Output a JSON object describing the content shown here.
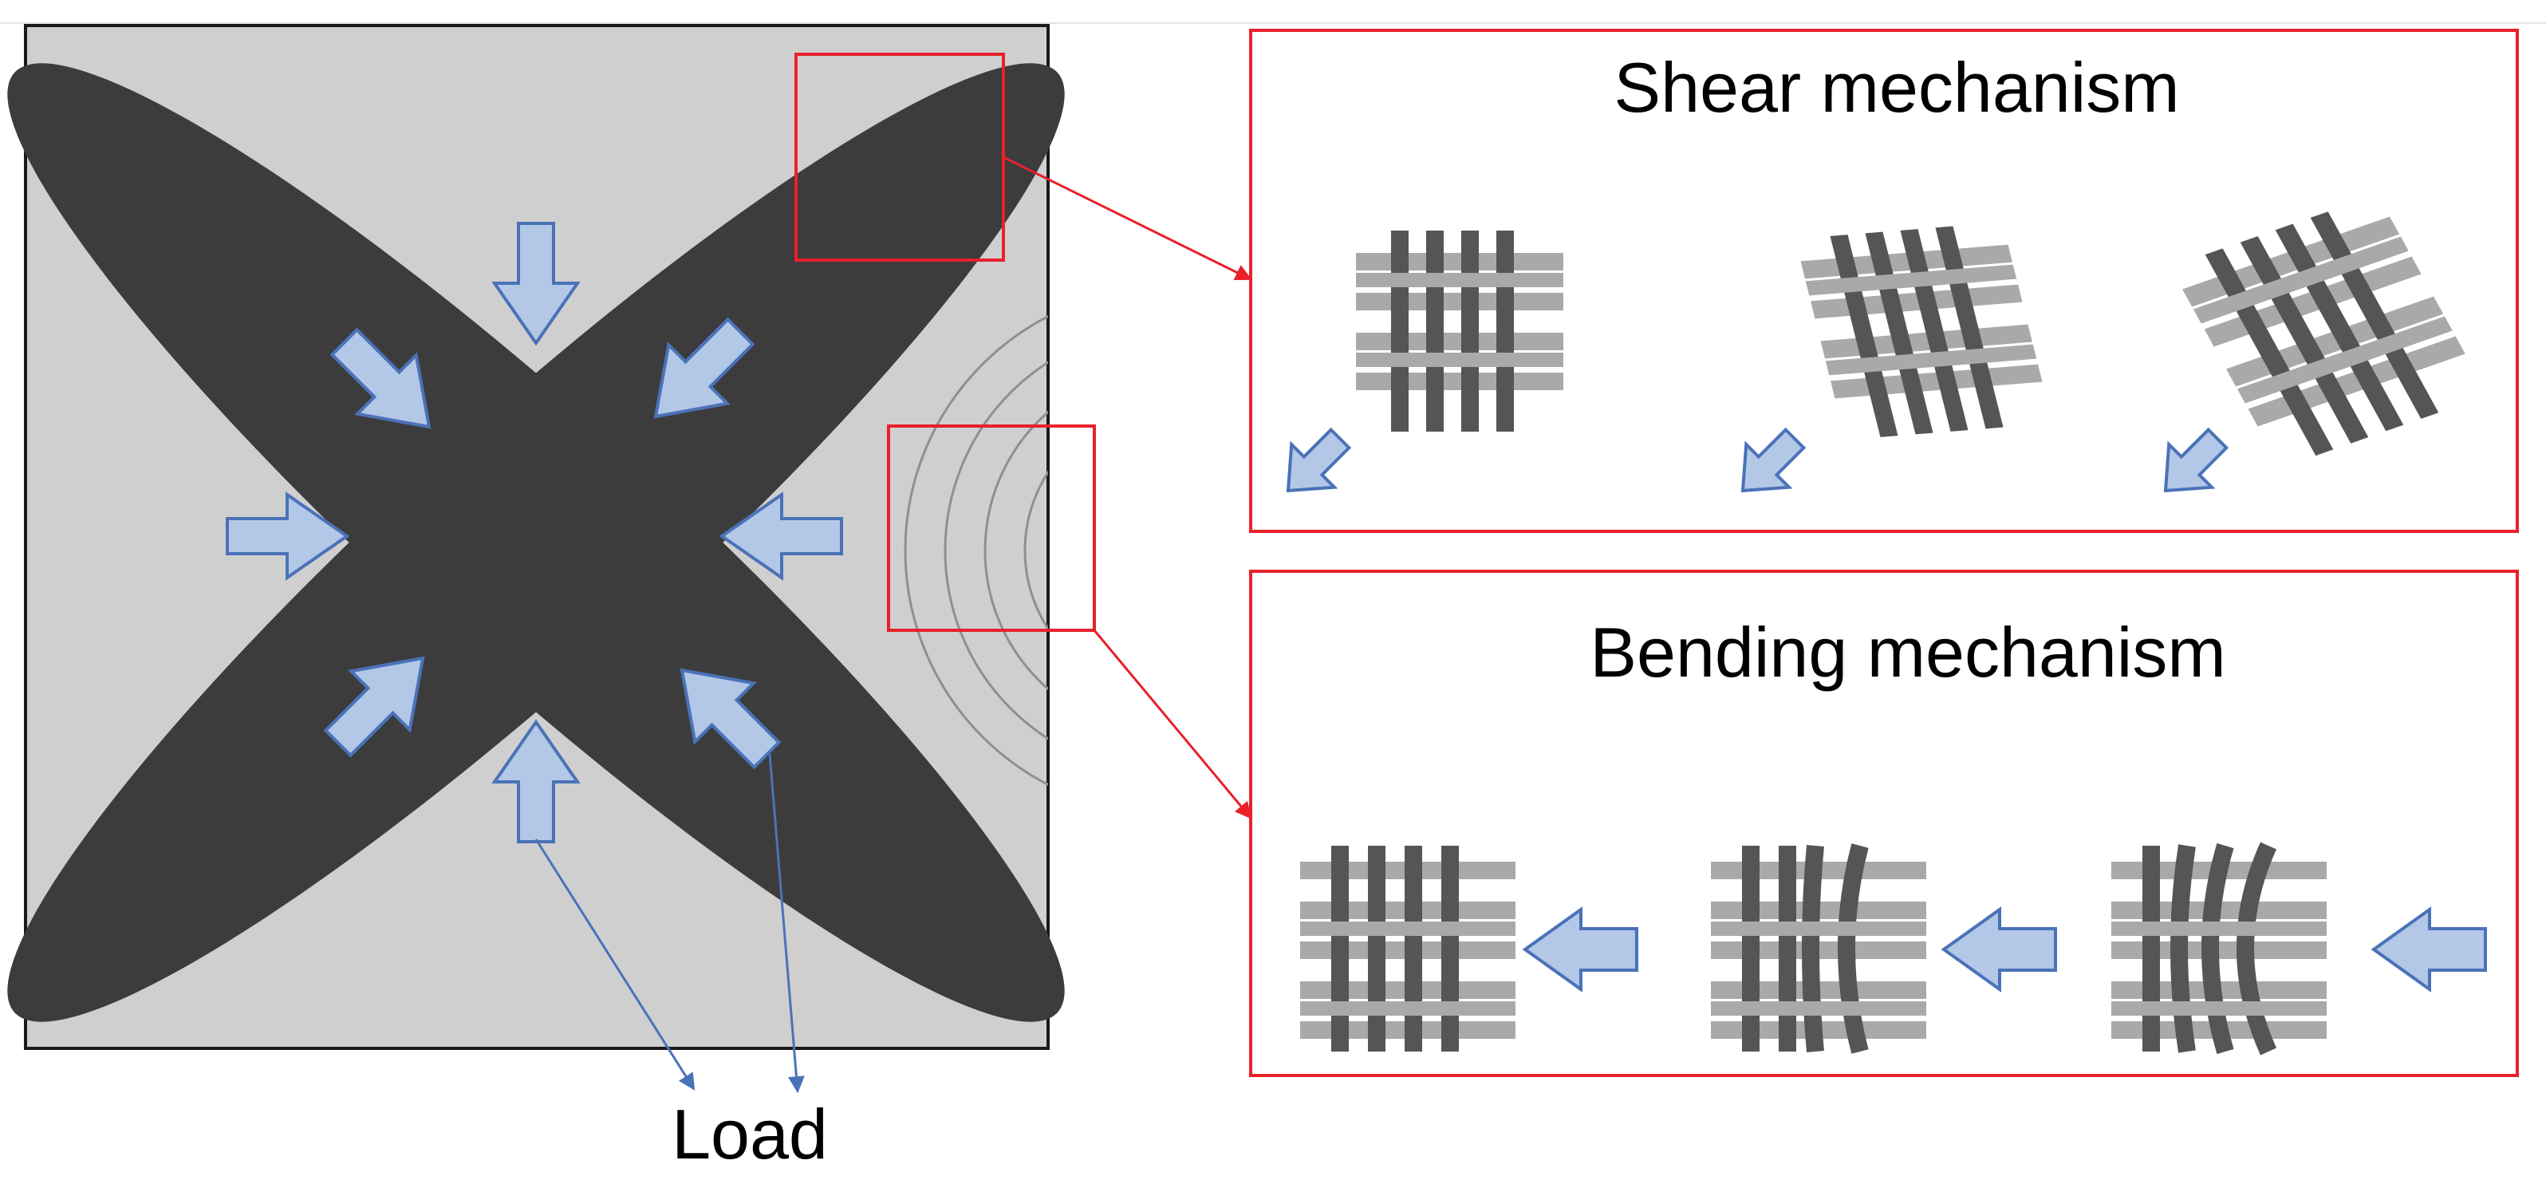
{
  "labels": {
    "load": "Load",
    "shear_title": "Shear mechanism",
    "bending_title": "Bending mechanism"
  },
  "colors": {
    "specimen_background": "#d0cfd0",
    "specimen_border": "#1a1a1a",
    "ellipse_fill": "#3c3c3c",
    "load_arrow_fill": "#b3c7e6",
    "load_arrow_stroke": "#4a72b8",
    "leader_line": "#4a72b8",
    "highlight_frame": "#e8212b",
    "fiber_dark": "#555555",
    "fiber_light": "#a9a9a9",
    "contour_line": "#8f8f8f"
  },
  "panels": {
    "shear": {
      "stages": [
        "undeformed weave",
        "moderately sheared weave",
        "strongly sheared weave"
      ],
      "shear_angles_deg": [
        0,
        14,
        35
      ]
    },
    "bending": {
      "stages": [
        "undeformed weave",
        "slightly buckled weave",
        "strongly buckled weave"
      ],
      "curvature": [
        0,
        0.5,
        1
      ]
    }
  }
}
